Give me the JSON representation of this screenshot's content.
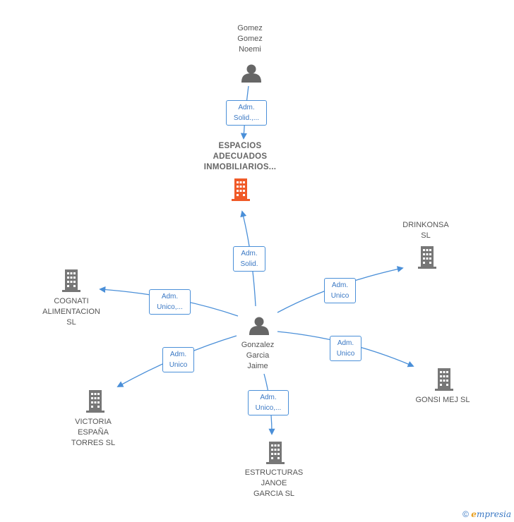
{
  "nodes": {
    "gomez": {
      "label": "Gomez\nGomez\nNoemi",
      "kind": "person"
    },
    "espacios": {
      "label": "ESPACIOS\nADECUADOS\nINMOBILIARIOS...",
      "kind": "company-main"
    },
    "drinkonsa": {
      "label": "DRINKONSA\nSL",
      "kind": "company"
    },
    "cognati": {
      "label": "COGNATI\nALIMENTACION\nSL",
      "kind": "company"
    },
    "gonzalez": {
      "label": "Gonzalez\nGarcia\nJaime",
      "kind": "person"
    },
    "victoria": {
      "label": "VICTORIA\nESPAÑA\nTORRES  SL",
      "kind": "company"
    },
    "gonsi": {
      "label": "GONSI MEJ  SL",
      "kind": "company"
    },
    "estructuras": {
      "label": "ESTRUCTURAS\nJANOE\nGARCIA  SL",
      "kind": "company"
    }
  },
  "edges": [
    {
      "id": "gomez-espacios",
      "label": "Adm.\nSolid.,..."
    },
    {
      "id": "gonzalez-espacios",
      "label": "Adm.\nSolid."
    },
    {
      "id": "gonzalez-cognati",
      "label": "Adm.\nUnico,..."
    },
    {
      "id": "gonzalez-drinkonsa",
      "label": "Adm.\nUnico"
    },
    {
      "id": "gonzalez-victoria",
      "label": "Adm.\nUnico"
    },
    {
      "id": "gonzalez-gonsi",
      "label": "Adm.\nUnico"
    },
    {
      "id": "gonzalez-estructuras",
      "label": "Adm.\nUnico,..."
    }
  ],
  "colors": {
    "edge": "#4a8fd8",
    "person": "#666666",
    "company": "#777777",
    "main": "#f05a28"
  },
  "brand": {
    "copyright": "©",
    "initial": "e",
    "rest": "mpresia"
  }
}
